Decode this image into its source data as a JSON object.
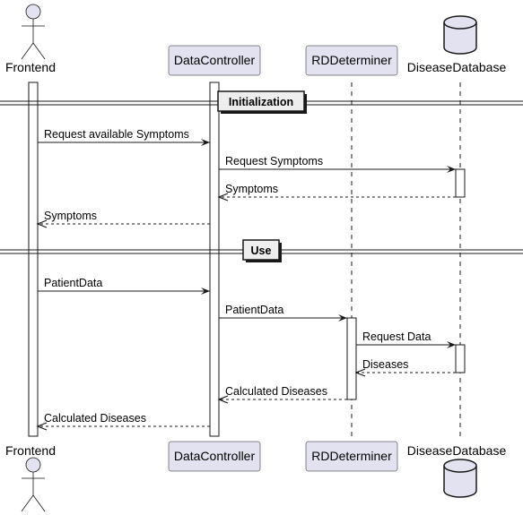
{
  "diagram": {
    "participants": [
      {
        "id": "frontend",
        "label": "Frontend",
        "kind": "actor"
      },
      {
        "id": "dc",
        "label": "DataController",
        "kind": "participant"
      },
      {
        "id": "rd",
        "label": "RDDeterminer",
        "kind": "participant"
      },
      {
        "id": "db",
        "label": "DiseaseDatabase",
        "kind": "database"
      }
    ],
    "dividers": [
      {
        "label": "Initialization"
      },
      {
        "label": "Use"
      }
    ],
    "messages": [
      {
        "from": "frontend",
        "to": "dc",
        "label": "Request available Symptoms",
        "style": "solid"
      },
      {
        "from": "dc",
        "to": "db",
        "label": "Request Symptoms",
        "style": "solid"
      },
      {
        "from": "db",
        "to": "dc",
        "label": "Symptoms",
        "style": "dashed"
      },
      {
        "from": "dc",
        "to": "frontend",
        "label": "Symptoms",
        "style": "dashed"
      },
      {
        "from": "frontend",
        "to": "dc",
        "label": "PatientData",
        "style": "solid"
      },
      {
        "from": "dc",
        "to": "rd",
        "label": "PatientData",
        "style": "solid"
      },
      {
        "from": "rd",
        "to": "db",
        "label": "Request Data",
        "style": "solid"
      },
      {
        "from": "db",
        "to": "rd",
        "label": "Diseases",
        "style": "dashed"
      },
      {
        "from": "rd",
        "to": "dc",
        "label": "Calculated Diseases",
        "style": "dashed"
      },
      {
        "from": "dc",
        "to": "frontend",
        "label": "Calculated Diseases",
        "style": "dashed"
      }
    ],
    "colors": {
      "participant_fill": "#E2E2F0",
      "participant_border": "#181818",
      "line": "#181818",
      "activation_fill": "#FFFFFF"
    }
  }
}
